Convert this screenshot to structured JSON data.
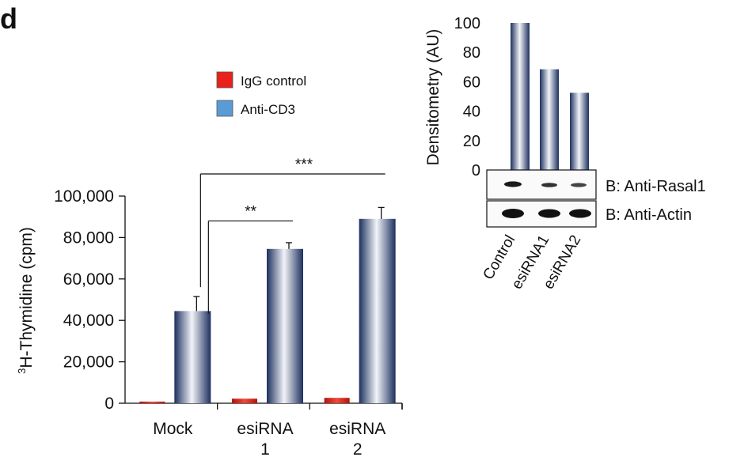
{
  "panel_label": "d",
  "colors": {
    "igg": "#e8211a",
    "anti_cd3_legend": "#5b9bd5",
    "bar_dark": "#1c2f5e",
    "bar_light": "#f2f4f8"
  },
  "chart_data": [
    {
      "type": "bar",
      "title": "",
      "xlabel": "",
      "ylabel_superscript": "3",
      "ylabel": "H-Thymidine (cpm)",
      "categories": [
        [
          "Mock"
        ],
        [
          "esiRNA",
          "1"
        ],
        [
          "esiRNA",
          "2"
        ]
      ],
      "ylim": [
        0,
        100000
      ],
      "yticks": [
        0,
        20000,
        40000,
        60000,
        80000,
        100000
      ],
      "ytick_labels": [
        "0",
        "20,000",
        "40,000",
        "60,000",
        "80,000",
        "100,000"
      ],
      "legend_position": "top-center",
      "series": [
        {
          "name": "IgG control",
          "color": "#e8211a",
          "values": [
            800,
            2200,
            2600
          ],
          "errors": [
            0,
            0,
            0
          ]
        },
        {
          "name": "Anti-CD3",
          "color": "#5b9bd5",
          "values": [
            44500,
            74500,
            89000
          ],
          "errors": [
            7000,
            3000,
            5500
          ]
        }
      ],
      "significance": [
        {
          "label": "**",
          "from": 0,
          "to": 1,
          "y": 88000
        },
        {
          "label": "***",
          "from": 0,
          "to": 2,
          "y": 110000
        }
      ]
    },
    {
      "type": "bar",
      "title": "",
      "ylabel": "Densitometry (AU)",
      "categories": [
        "Control",
        "esiRNA1",
        "esiRNA2"
      ],
      "ylim": [
        0,
        100
      ],
      "yticks": [
        0,
        20,
        40,
        60,
        80,
        100
      ],
      "ytick_labels": [
        "0",
        "20",
        "40",
        "60",
        "80",
        "100"
      ],
      "values": [
        100,
        68.5,
        52.5
      ],
      "blot_labels": [
        "B: Anti-Rasal1",
        "B: Anti-Actin"
      ]
    }
  ]
}
